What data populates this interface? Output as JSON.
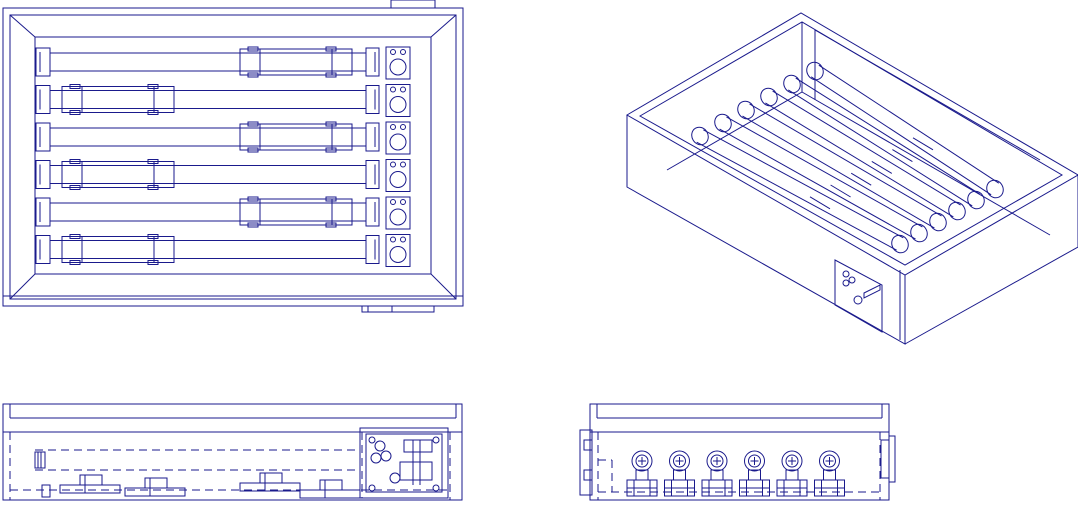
{
  "drawing": {
    "line_color": "#1a1a8c",
    "background": "#ffffff",
    "tube_count": 6,
    "views": [
      {
        "id": "top",
        "icon": "top-view-drawing"
      },
      {
        "id": "isometric",
        "icon": "isometric-view-drawing"
      },
      {
        "id": "front",
        "icon": "front-view-drawing"
      },
      {
        "id": "side",
        "icon": "side-view-drawing"
      }
    ]
  }
}
